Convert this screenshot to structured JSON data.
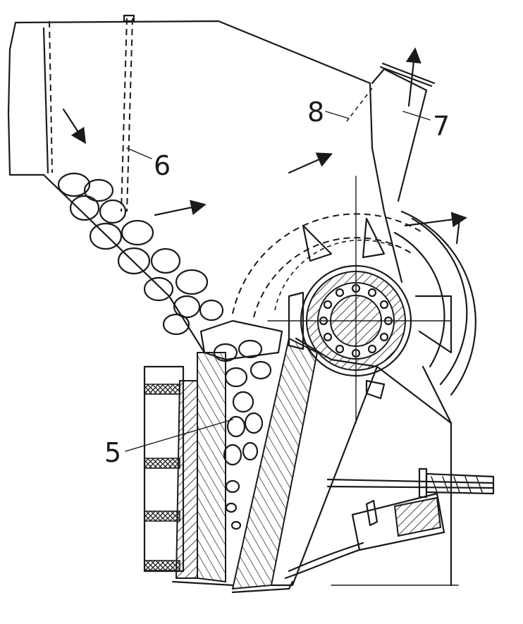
{
  "labels": {
    "l5": "5",
    "l6": "6",
    "l7": "7",
    "l8": "8"
  },
  "colors": {
    "ink": "#1a1a1a",
    "paper": "#ffffff"
  }
}
